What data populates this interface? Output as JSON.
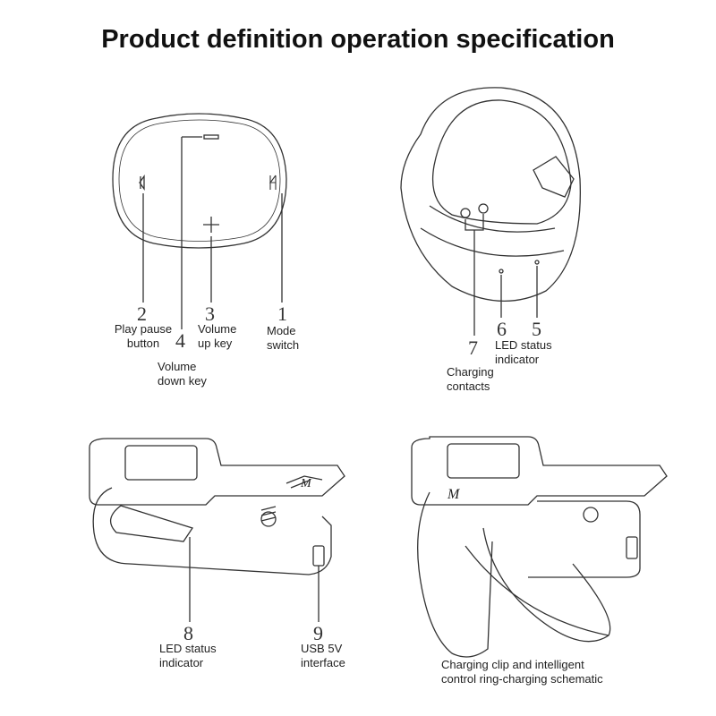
{
  "title": "Product definition operation specification",
  "remote": {
    "callouts": [
      {
        "number": "2",
        "label_line1": "Play pause",
        "label_line2": "button"
      },
      {
        "number": "3",
        "label_line1": "Volume",
        "label_line2": "up key"
      },
      {
        "number": "1",
        "label_line1": "Mode",
        "label_line2": "switch"
      },
      {
        "number": "4",
        "label_line1": "Volume",
        "label_line2": "down key"
      }
    ]
  },
  "ring": {
    "callouts": [
      {
        "number": "6",
        "label_line1": "LED status",
        "label_line2": "indicator"
      },
      {
        "number": "5"
      },
      {
        "number": "7",
        "label_line1": "Charging",
        "label_line2": "contacts"
      }
    ]
  },
  "clip": {
    "callouts": [
      {
        "number": "8",
        "label_line1": "LED status",
        "label_line2": "indicator"
      },
      {
        "number": "9",
        "label_line1": "USB 5V",
        "label_line2": "interface"
      }
    ],
    "mode_glyph": "M"
  },
  "schematic": {
    "caption_line1": "Charging clip and intelligent",
    "caption_line2": "control ring-charging schematic"
  }
}
